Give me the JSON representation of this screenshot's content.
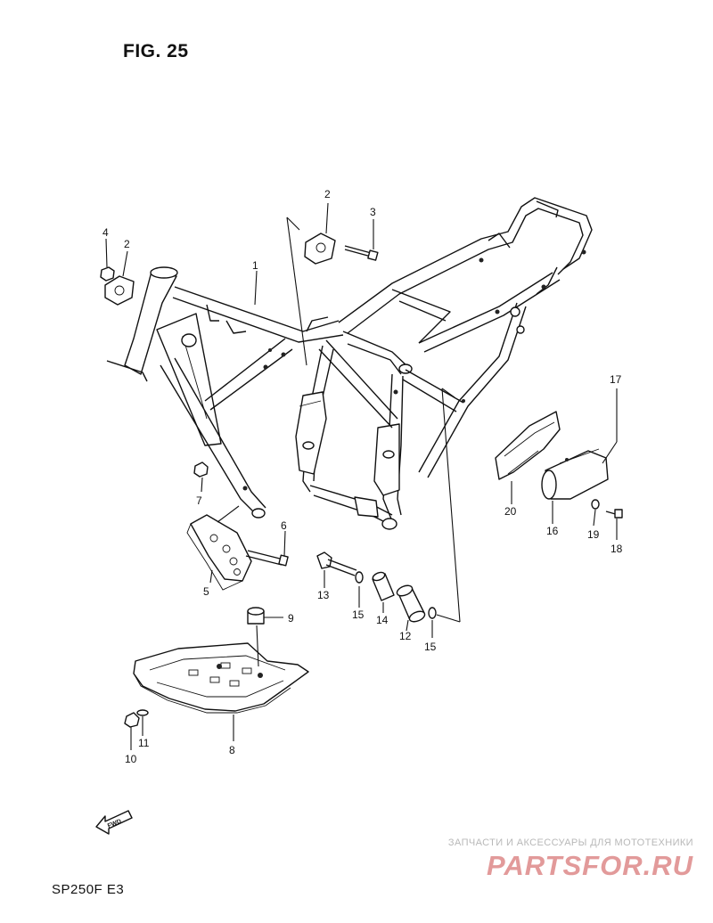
{
  "figure": {
    "title": "FIG. 25",
    "model_code": "SP250F  E3"
  },
  "callouts": [
    {
      "id": "c1",
      "label": "1"
    },
    {
      "id": "c2a",
      "label": "2"
    },
    {
      "id": "c2b",
      "label": "2"
    },
    {
      "id": "c3",
      "label": "3"
    },
    {
      "id": "c4",
      "label": "4"
    },
    {
      "id": "c5",
      "label": "5"
    },
    {
      "id": "c6",
      "label": "6"
    },
    {
      "id": "c7",
      "label": "7"
    },
    {
      "id": "c8",
      "label": "8"
    },
    {
      "id": "c9",
      "label": "9"
    },
    {
      "id": "c10",
      "label": "10"
    },
    {
      "id": "c11",
      "label": "11"
    },
    {
      "id": "c12",
      "label": "12"
    },
    {
      "id": "c13",
      "label": "13"
    },
    {
      "id": "c14",
      "label": "14"
    },
    {
      "id": "c15a",
      "label": "15"
    },
    {
      "id": "c15b",
      "label": "15"
    },
    {
      "id": "c16",
      "label": "16"
    },
    {
      "id": "c17",
      "label": "17"
    },
    {
      "id": "c18",
      "label": "18"
    },
    {
      "id": "c19",
      "label": "19"
    },
    {
      "id": "c20",
      "label": "20"
    }
  ],
  "fwd_arrow": {
    "label": "FWD"
  },
  "watermark": {
    "tagline": "ЗАПЧАСТИ И АКСЕССУАРЫ ДЛЯ МОТОТЕХНИКИ",
    "logo": "PARTSFOR.RU"
  }
}
